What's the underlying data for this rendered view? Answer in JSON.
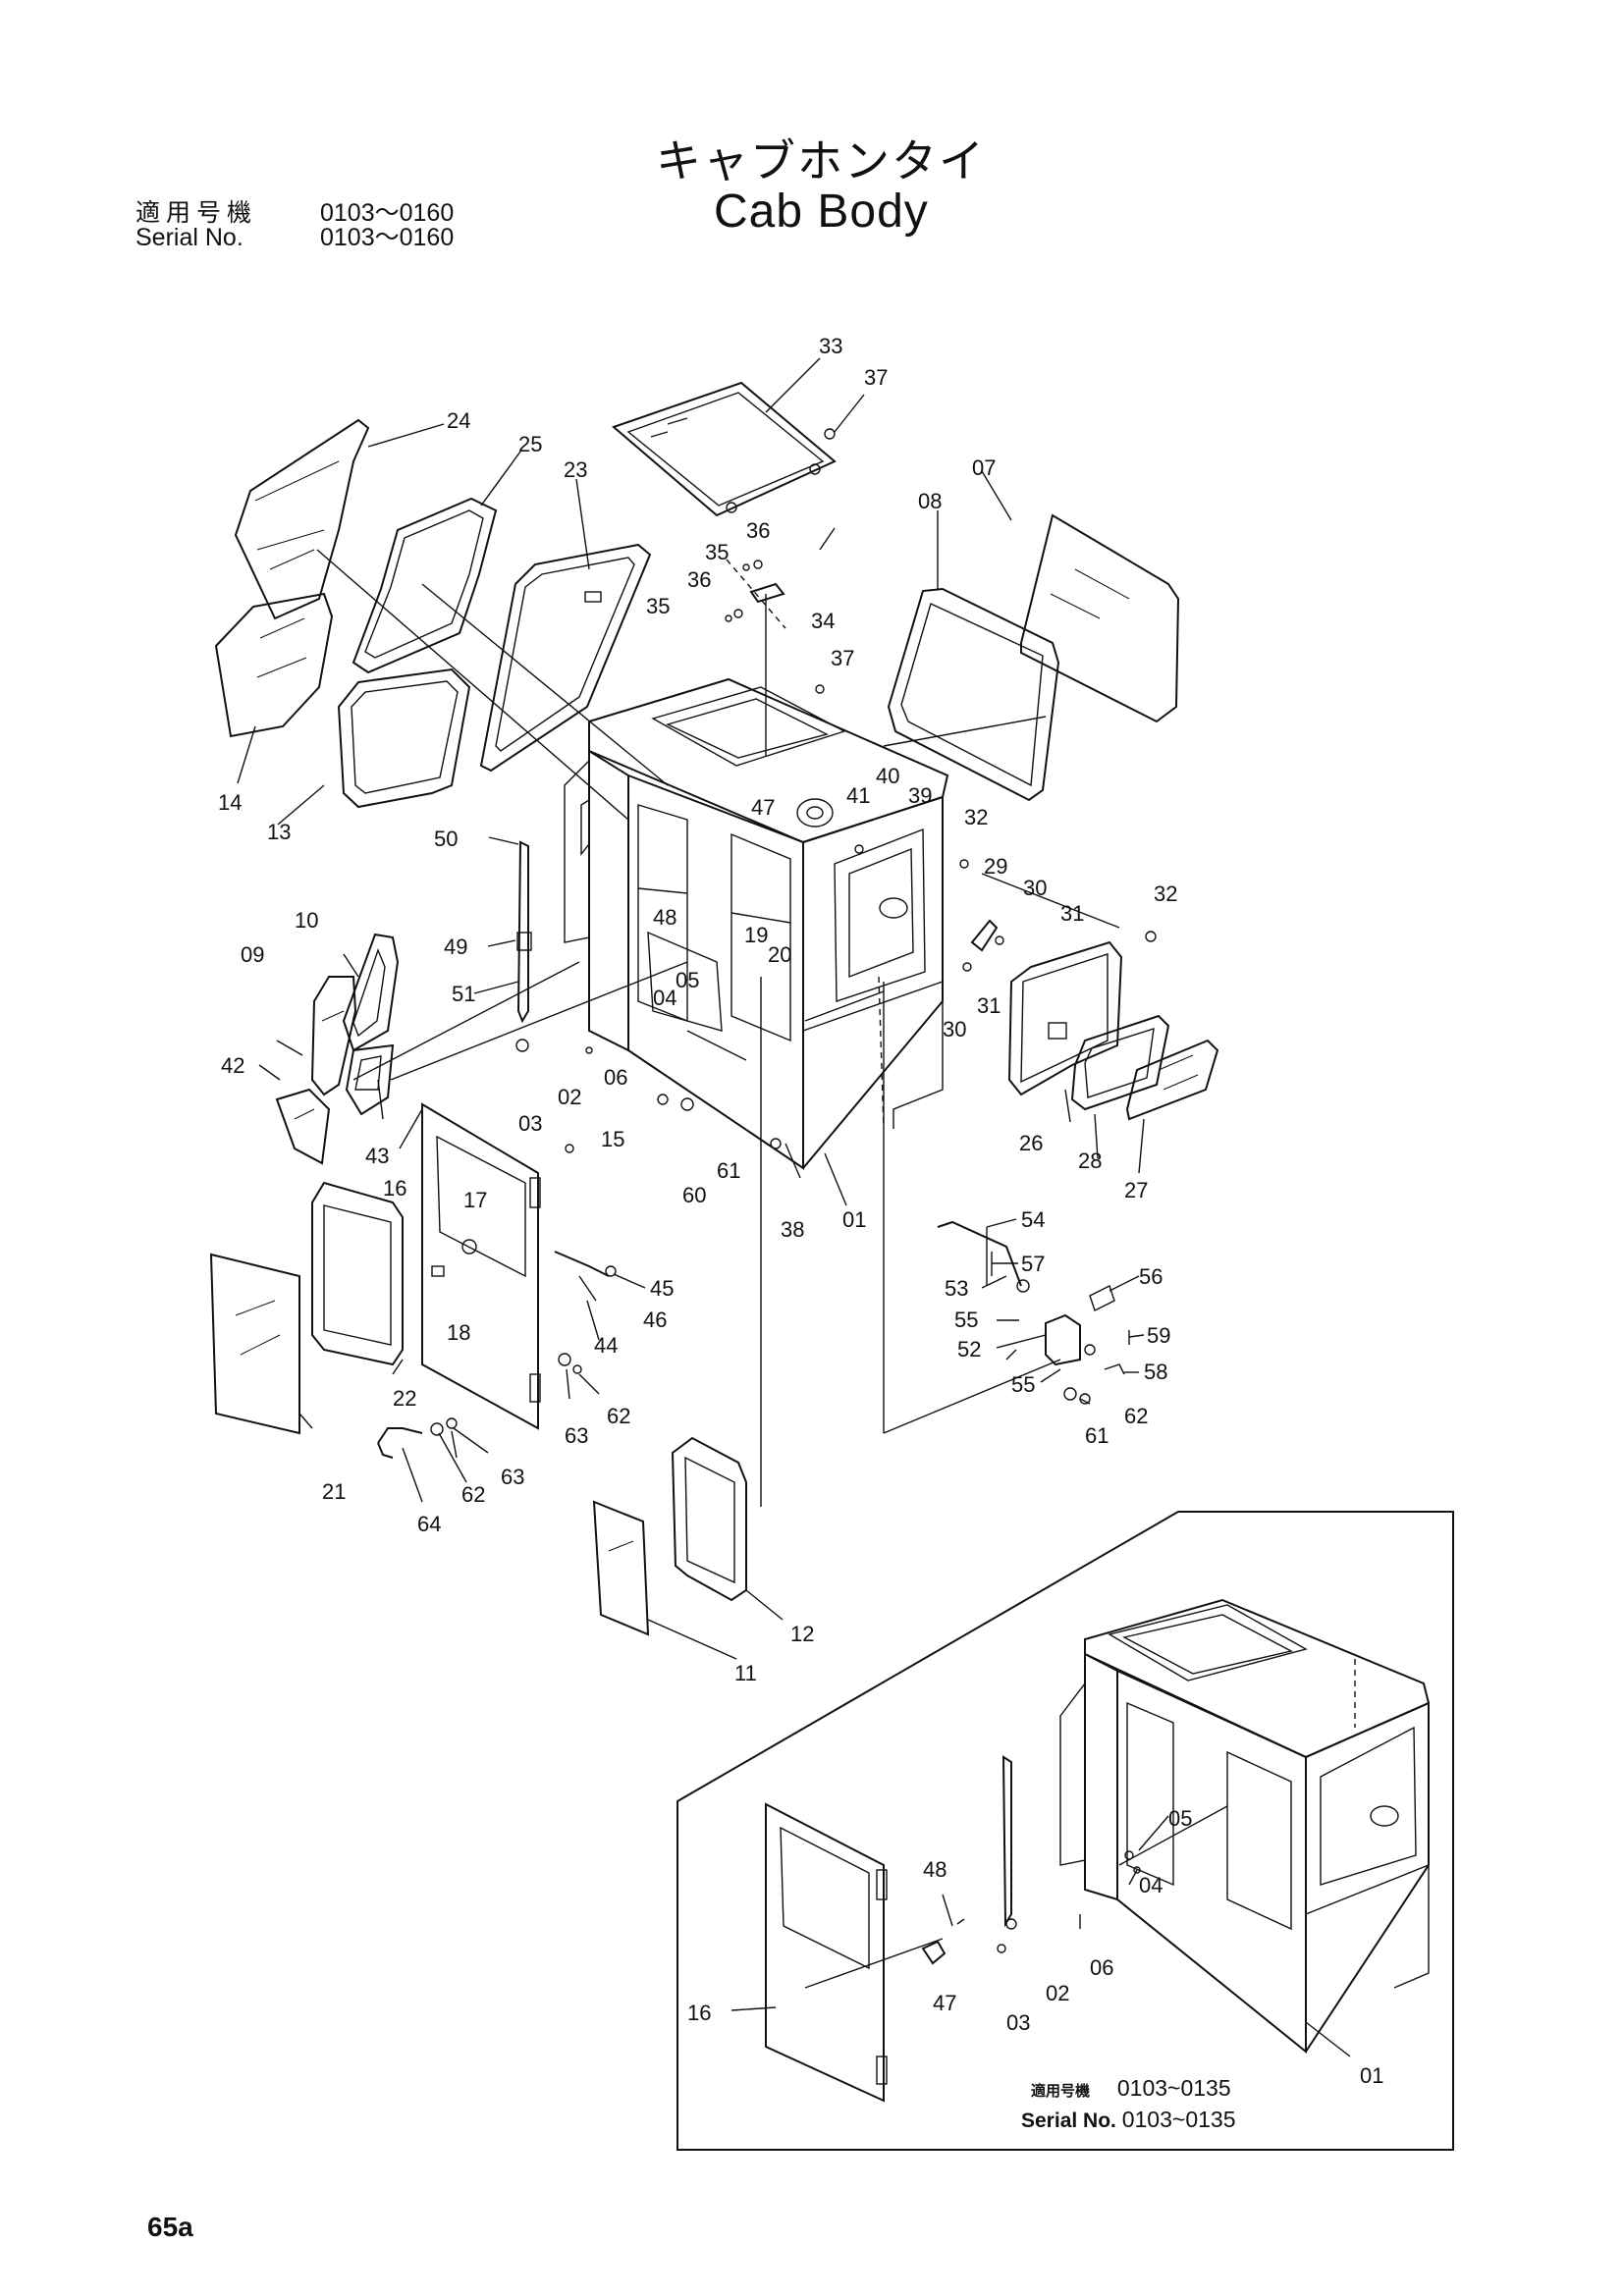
{
  "title": {
    "japanese": "キャブホンタイ",
    "english": "Cab Body"
  },
  "serial": {
    "label_jp": "適用号機",
    "label_en": "Serial No.",
    "range_jp": "0103～0160",
    "range_en": "0103～0160"
  },
  "inset": {
    "label_jp": "適用号機",
    "range_jp": "0103~0135",
    "label_en": "Serial No.",
    "range_en": "0103~0135"
  },
  "page_number": "65a",
  "part_callouts": [
    "33",
    "37",
    "24",
    "25",
    "23",
    "07",
    "08",
    "36",
    "35",
    "36",
    "35",
    "34",
    "37",
    "14",
    "13",
    "47",
    "41",
    "40",
    "39",
    "32",
    "50",
    "48",
    "19",
    "20",
    "29",
    "30",
    "31",
    "32",
    "49",
    "05",
    "04",
    "10",
    "09",
    "51",
    "30",
    "31",
    "42",
    "02",
    "06",
    "03",
    "43",
    "15",
    "16",
    "60",
    "61",
    "26",
    "28",
    "27",
    "17",
    "38",
    "01",
    "54",
    "57",
    "53",
    "56",
    "45",
    "18",
    "46",
    "55",
    "59",
    "52",
    "44",
    "55",
    "58",
    "62",
    "22",
    "63",
    "62",
    "61",
    "63",
    "21",
    "62",
    "64",
    "12",
    "11",
    "48",
    "05",
    "04",
    "47",
    "02",
    "06",
    "16",
    "03",
    "01"
  ]
}
